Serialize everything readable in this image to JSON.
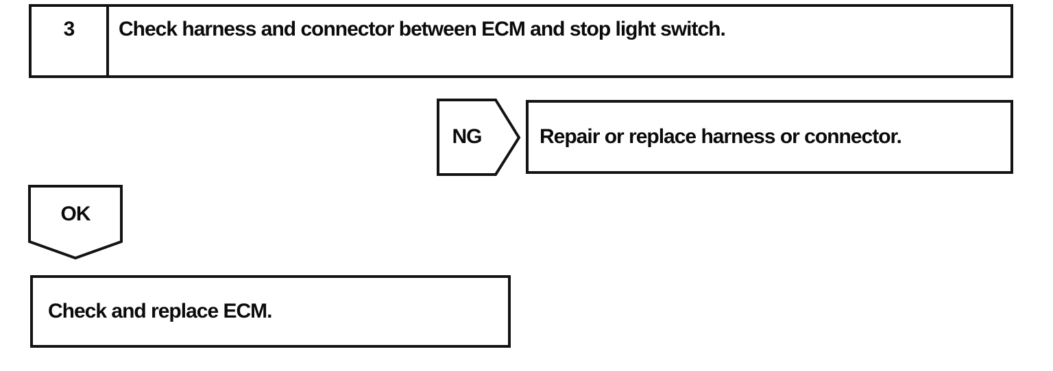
{
  "flowchart": {
    "step": {
      "number": "3",
      "instruction": "Check harness and connector between ECM and stop light switch."
    },
    "ng_branch": {
      "label": "NG",
      "action": "Repair or replace harness or connector."
    },
    "ok_branch": {
      "label": "OK",
      "action": "Check and replace ECM."
    },
    "colors": {
      "line": "#131313",
      "text": "#0b0b0b",
      "background": "#ffffff"
    }
  }
}
